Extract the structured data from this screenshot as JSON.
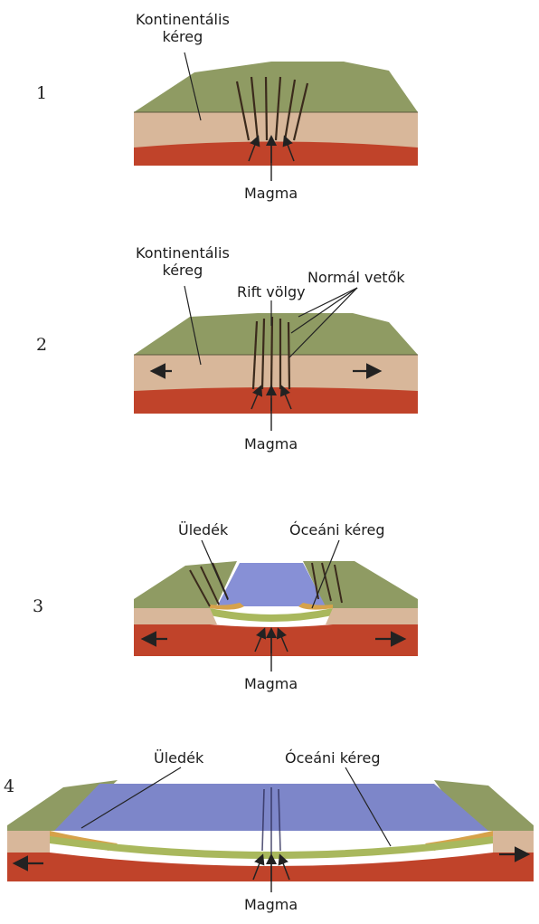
{
  "stages": [
    {
      "number": "1",
      "labels": {
        "crust": "Kontinentális\nkéreg",
        "magma": "Magma"
      }
    },
    {
      "number": "2",
      "labels": {
        "crust": "Kontinentális\nkéreg",
        "rift": "Rift völgy",
        "faults": "Normál vetők",
        "magma": "Magma"
      }
    },
    {
      "number": "3",
      "labels": {
        "sediment": "Üledék",
        "oceanic": "Óceáni kéreg",
        "magma": "Magma"
      }
    },
    {
      "number": "4",
      "labels": {
        "sediment": "Üledék",
        "oceanic": "Óceáni kéreg",
        "magma": "Magma"
      }
    }
  ],
  "colors": {
    "surface_green": "#8f9b63",
    "crust_tan": "#d8b79a",
    "mantle_red": "#c0432a",
    "ocean_blue": "#7d86c9",
    "oceanic_crust_green": "#a9b85d",
    "sediment_orange": "#d6a24a"
  }
}
